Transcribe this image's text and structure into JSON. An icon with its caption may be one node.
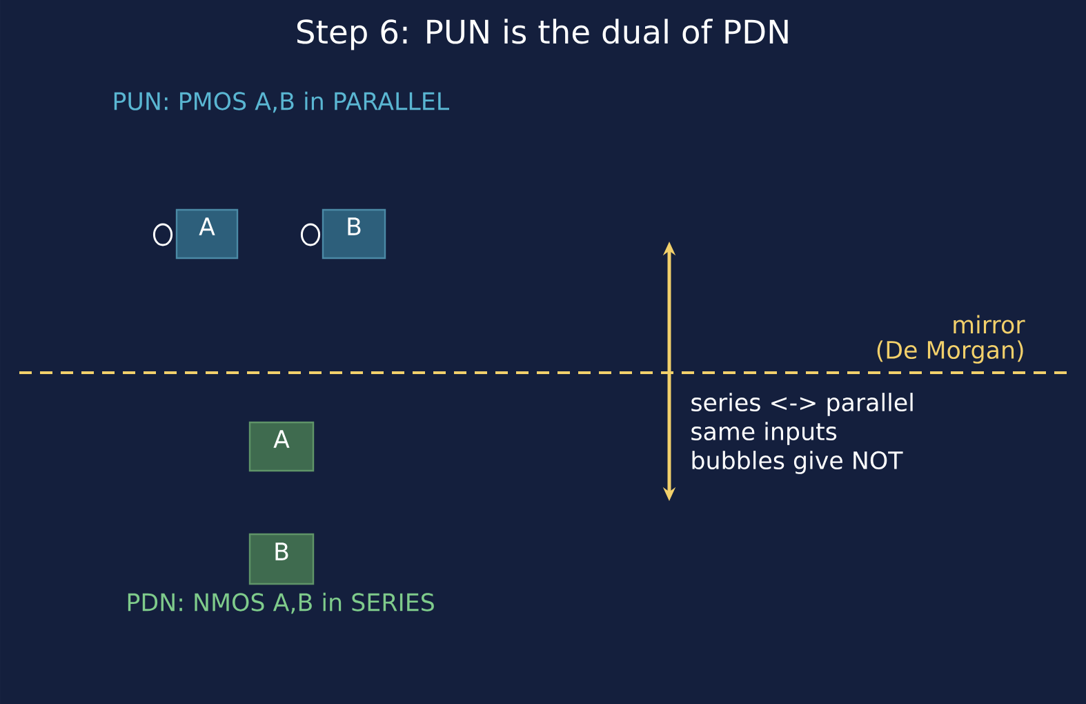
{
  "diagram": {
    "title": "Step 6: PUN is the dual of PDN",
    "nodes": [
      {
        "text": [
          "A"
        ]
      },
      {
        "text": [
          "B"
        ]
      },
      {
        "text": [
          "A"
        ]
      },
      {
        "text": [
          "B"
        ]
      }
    ],
    "labels": [
      "PUN: PMOS A,B in PARALLEL",
      "mirror",
      "(De Morgan)",
      "series <-> parallel",
      "same inputs",
      "bubbles give NOT",
      "PDN: NMOS A,B in SERIES"
    ]
  }
}
